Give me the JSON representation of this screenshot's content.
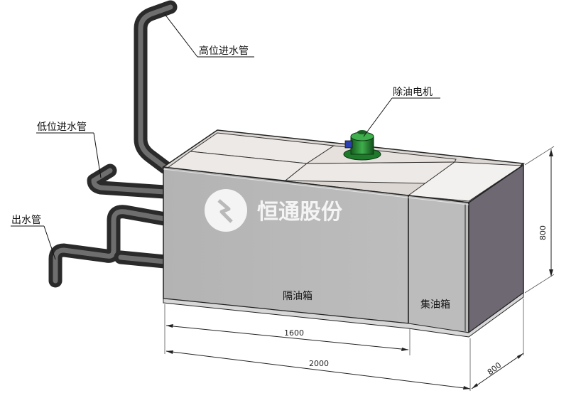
{
  "callouts": {
    "high_inlet": "高位进水管",
    "low_inlet": "低位进水管",
    "outlet": "出水管",
    "motor": "除油电机"
  },
  "labels": {
    "separator_tank": "隔油箱",
    "collection_tank": "集油箱"
  },
  "dimensions": {
    "length_inner": "1600",
    "length_total": "2000",
    "depth": "800",
    "height": "800"
  },
  "watermark": {
    "text": "恒通股份"
  },
  "colors": {
    "tank_front": "#b9b9b9",
    "tank_side": "#6e6873",
    "lid": "#ede9e6",
    "pipe": "#555555",
    "motor": "#2e8b3a"
  }
}
